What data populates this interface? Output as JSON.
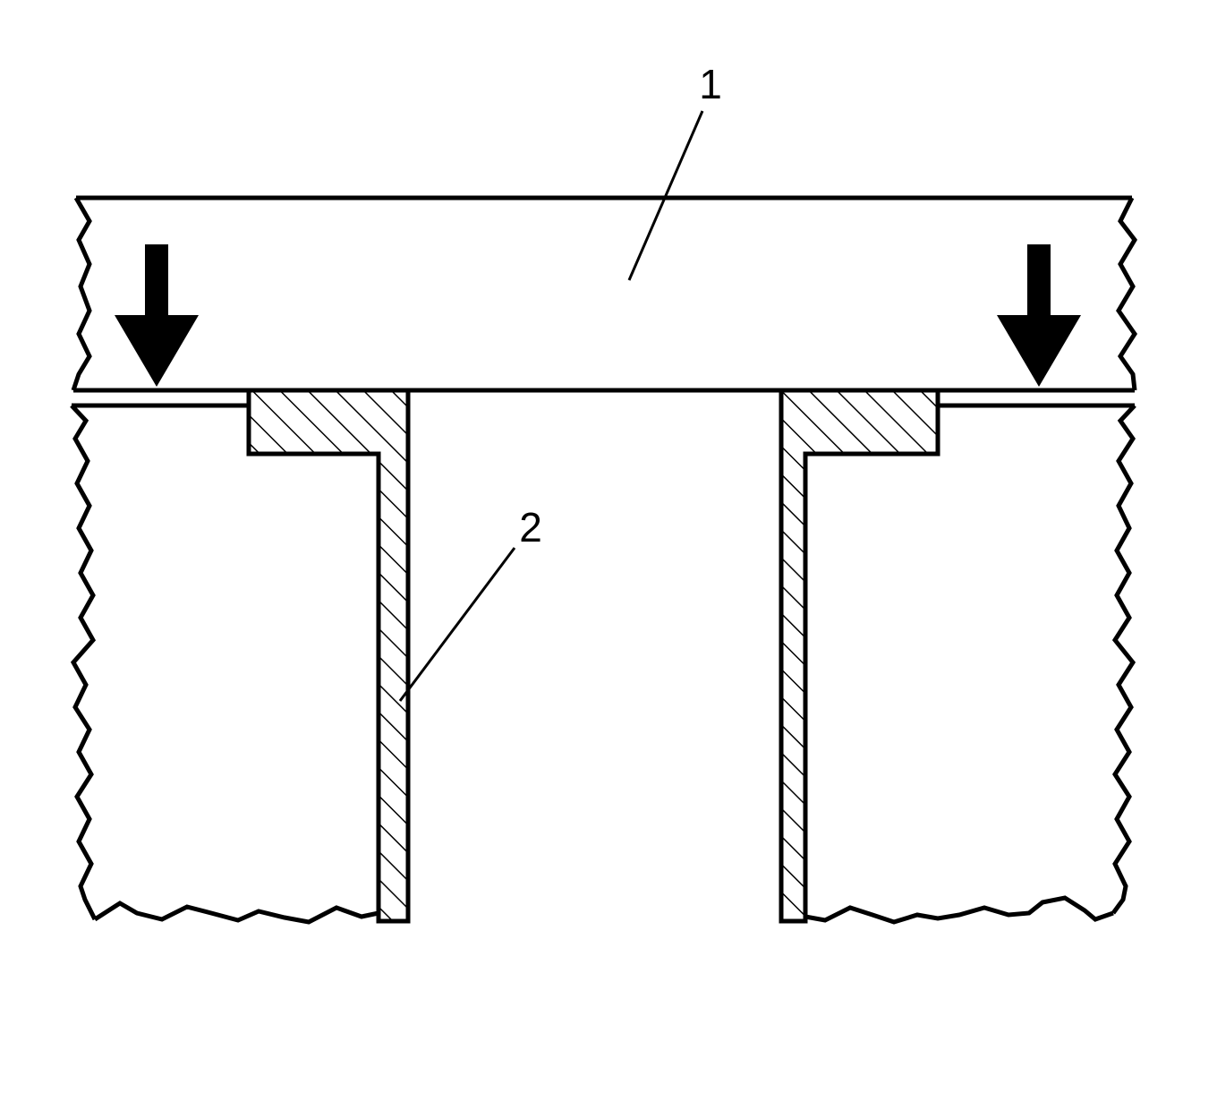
{
  "diagram": {
    "callouts": [
      {
        "id": "1",
        "label": "1"
      },
      {
        "id": "2",
        "label": "2"
      }
    ],
    "colors": {
      "ink": "#000000",
      "paper": "#ffffff"
    }
  }
}
